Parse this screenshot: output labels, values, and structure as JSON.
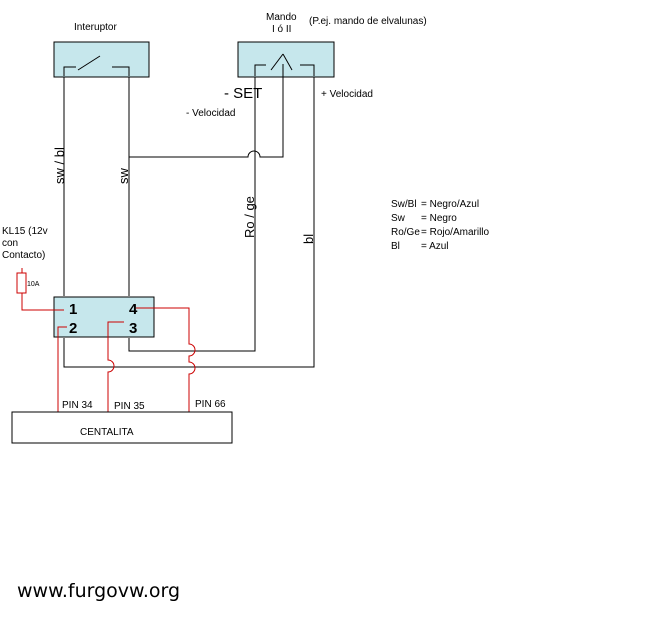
{
  "colors": {
    "box_fill": "#c6e7ec",
    "wire_black": "#000000",
    "wire_red": "#cc0000",
    "background": "#ffffff"
  },
  "switches": {
    "interruptor_label": "Interuptor",
    "mando_label_line1": "Mando",
    "mando_label_line2": "I ó II",
    "mando_note": "(P.ej. mando de elvalunas)",
    "set_label": "- SET",
    "minus_speed_label": "- Velocidad",
    "plus_speed_label": "+ Velocidad"
  },
  "wires": {
    "sw_bl": "sw / bl",
    "sw": "sw",
    "ro_ge": "Ro / ge",
    "bl": "bl"
  },
  "power": {
    "kl15_line1": "KL15 (12v",
    "kl15_line2": "con",
    "kl15_line3": "Contacto)",
    "fuse_label": "10A"
  },
  "relay": {
    "pin1": "1",
    "pin2": "2",
    "pin3": "3",
    "pin4": "4"
  },
  "ecu": {
    "label": "CENTALITA",
    "pin34": "PIN 34",
    "pin35": "PIN 35",
    "pin66": "PIN 66"
  },
  "legend": [
    {
      "abbr": "Sw/Bl",
      "meaning": "= Negro/Azul"
    },
    {
      "abbr": "Sw",
      "meaning": "= Negro"
    },
    {
      "abbr": "Ro/Ge",
      "meaning": "= Rojo/Amarillo"
    },
    {
      "abbr": "Bl",
      "meaning": "= Azul"
    }
  ],
  "footer": {
    "website": "www.furgovw.org"
  }
}
